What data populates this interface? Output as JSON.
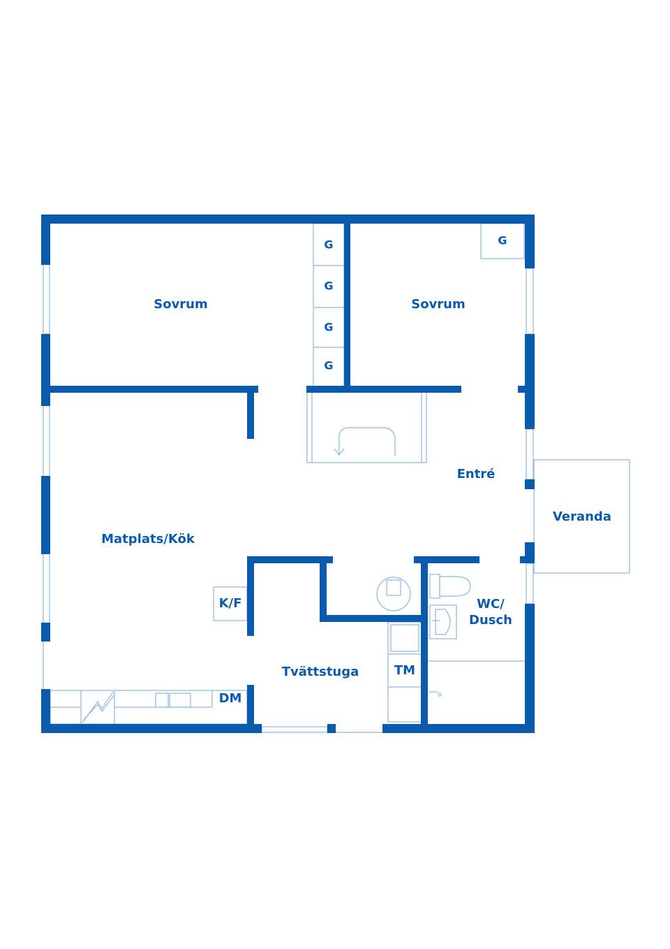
{
  "rooms": {
    "bedroom_1": "Sovrum",
    "bedroom_2": "Sovrum",
    "dining_kitchen": "Matplats/Kök",
    "entrance": "Entré",
    "veranda": "Veranda",
    "bath_line1": "WC/",
    "bath_line2": "Dusch",
    "laundry": "Tvättstuga"
  },
  "fixtures": {
    "wardrobe": "G",
    "fridge_freezer": "K/F",
    "dishwasher": "DM",
    "dryer": "TM"
  },
  "colors": {
    "wall": "#0A5BAE",
    "line": "#8FB7DD",
    "background": "#FFFFFF"
  }
}
